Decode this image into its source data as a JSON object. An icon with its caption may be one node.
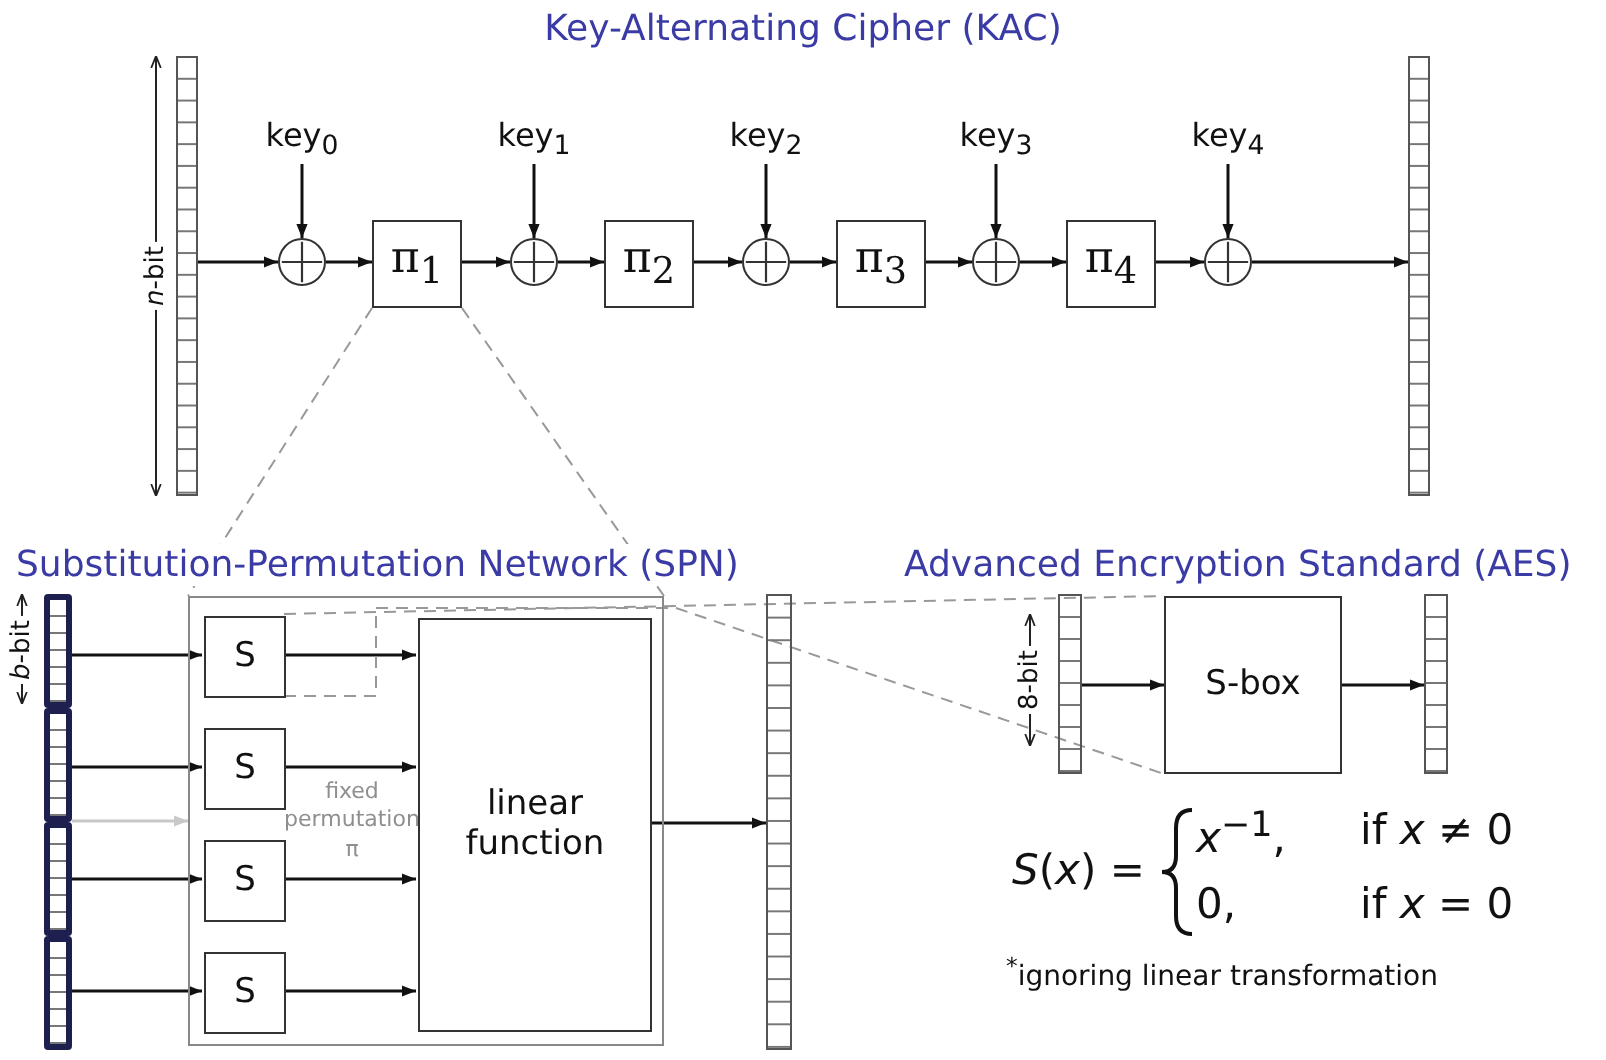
{
  "diagram": {
    "title": "Key-Alternating Cipher (KAC)",
    "nodes": [
      {
        "text": [],
        "shape": "bar"
      },
      {
        "text": [
          "key$_{0}$"
        ]
      },
      {
        "text": [],
        "shape": "circle"
      },
      {
        "text": [
          "π$_{1}$"
        ]
      },
      {
        "text": [
          "key$_{1}$"
        ]
      },
      {
        "text": [],
        "shape": "circle"
      },
      {
        "text": [
          "π$_{2}$"
        ]
      },
      {
        "text": [
          "key$_{2}$"
        ]
      },
      {
        "text": [],
        "shape": "circle"
      },
      {
        "text": [
          "π$_{3}$"
        ]
      },
      {
        "text": [
          "key$_{3}$"
        ]
      },
      {
        "text": [],
        "shape": "circle"
      },
      {
        "text": [
          "π$_{4}$"
        ]
      },
      {
        "text": [
          "key$_{4}$"
        ]
      },
      {
        "text": [],
        "shape": "circle"
      },
      {
        "text": [],
        "shape": "bar"
      },
      {
        "text": [
          "fixed permutation π"
        ]
      },
      {
        "text": [
          "S"
        ],
        "in": 16
      },
      {
        "text": [
          "S"
        ],
        "in": 16
      },
      {
        "text": [
          "S"
        ],
        "in": 16
      },
      {
        "text": [
          "S"
        ],
        "in": 16
      },
      {
        "text": [
          "linear function"
        ],
        "in": 16
      },
      {
        "text": [],
        "shape": "bar"
      },
      {
        "text": [],
        "shape": "bar"
      },
      {
        "text": [],
        "shape": "bar"
      },
      {
        "text": [
          "S-box"
        ]
      },
      {
        "text": [],
        "shape": "bar"
      }
    ],
    "edges": [
      {
        "from": 0,
        "to": 2,
        "arrow": "to"
      },
      {
        "from": 1,
        "to": 2,
        "arrow": "to"
      },
      {
        "from": 2,
        "to": 3,
        "arrow": "to"
      },
      {
        "from": 3,
        "to": 5,
        "arrow": "to"
      },
      {
        "from": 4,
        "to": 5,
        "arrow": "to"
      },
      {
        "from": 5,
        "to": 6,
        "arrow": "to"
      },
      {
        "from": 6,
        "to": 8,
        "arrow": "to"
      },
      {
        "from": 7,
        "to": 8,
        "arrow": "to"
      },
      {
        "from": 8,
        "to": 9,
        "arrow": "to"
      },
      {
        "from": 9,
        "to": 11,
        "arrow": "to"
      },
      {
        "from": 10,
        "to": 11,
        "arrow": "to"
      },
      {
        "from": 11,
        "to": 12,
        "arrow": "to"
      },
      {
        "from": 12,
        "to": 14,
        "arrow": "to"
      },
      {
        "from": 13,
        "to": 14,
        "arrow": "to"
      },
      {
        "from": 14,
        "to": 15,
        "arrow": "to"
      },
      {
        "from": 3,
        "to": 16,
        "arrow": "none",
        "style": "dashed",
        "color": "#999999"
      },
      {
        "from": 3,
        "to": 16,
        "arrow": "none",
        "style": "dashed",
        "color": "#999999"
      },
      {
        "from": 22,
        "to": 17,
        "arrow": "to"
      },
      {
        "from": 22,
        "to": 18,
        "arrow": "to"
      },
      {
        "from": 22,
        "to": 19,
        "arrow": "to"
      },
      {
        "from": 22,
        "to": 20,
        "arrow": "to"
      },
      {
        "from": 22,
        "to": 16,
        "arrow": "to",
        "color": "#c8c8c8"
      },
      {
        "from": 17,
        "to": 21,
        "arrow": "to"
      },
      {
        "from": 18,
        "to": 21,
        "arrow": "to"
      },
      {
        "from": 19,
        "to": 21,
        "arrow": "to"
      },
      {
        "from": 20,
        "to": 21,
        "arrow": "to"
      },
      {
        "from": 21,
        "to": 23,
        "arrow": "to"
      },
      {
        "from": 17,
        "to": 25,
        "arrow": "none",
        "style": "dashed",
        "color": "#999999"
      },
      {
        "from": 17,
        "to": 25,
        "arrow": "none",
        "style": "dashed",
        "color": "#999999"
      },
      {
        "from": 24,
        "to": 25,
        "arrow": "to"
      },
      {
        "from": 25,
        "to": 26,
        "arrow": "to"
      }
    ],
    "labels": [
      "Substitution-Permutation Network (SPN)",
      "Advanced Encryption Standard (AES)",
      "*n*-bit",
      "*b*-bit",
      "8-bit",
      "*S*(*x*) =",
      "*x*$^{−1}$,",
      "if *x* ≠ 0",
      "0,",
      "if *x* = 0",
      "$^{*}$ignoring linear transformation"
    ]
  }
}
